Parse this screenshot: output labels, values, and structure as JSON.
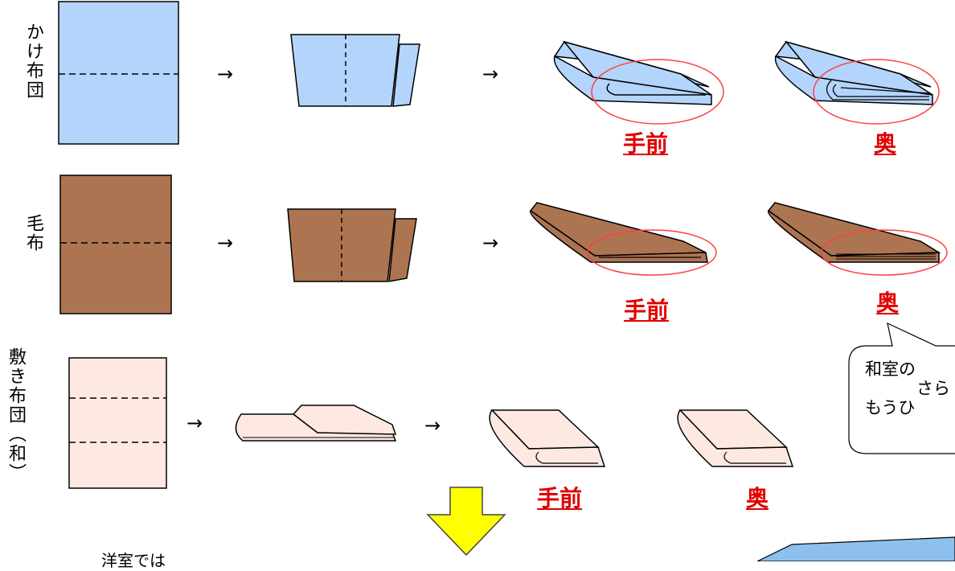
{
  "rows": [
    {
      "label": "かけ布団",
      "arrow1": "→",
      "arrow2": "→",
      "front": "手前",
      "back": "奥",
      "color": "#b3d5fb"
    },
    {
      "label": "毛布",
      "arrow1": "→",
      "arrow2": "→",
      "front": "手前",
      "back": "奥",
      "color": "#ad7452"
    },
    {
      "label": "敷き布団（和）",
      "arrow1": "→",
      "arrow2": "→",
      "front": "手前",
      "back": "奥",
      "color": "#fde9e1"
    }
  ],
  "bubble": {
    "line1": "和室の",
    "line2": "さら",
    "line3": "もうひ"
  },
  "bottom_text": "洋室では",
  "colors": {
    "accent_red": "#e00000",
    "down_arrow": "#ffff00"
  },
  "icons": [
    "down-arrow-icon"
  ]
}
